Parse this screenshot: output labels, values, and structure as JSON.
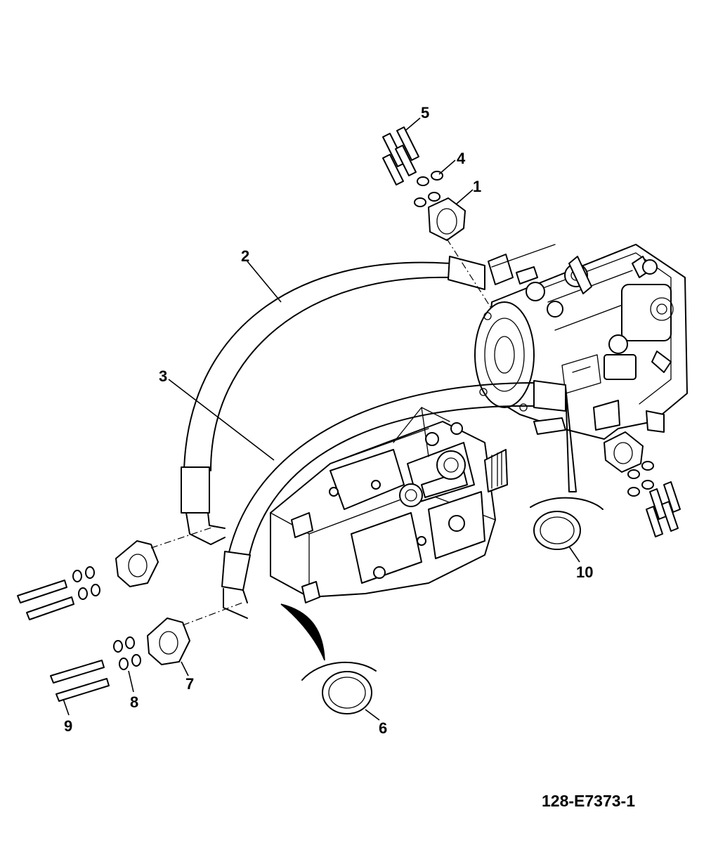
{
  "callouts": {
    "c1": "1",
    "c2": "2",
    "c3": "3",
    "c4": "4",
    "c5": "5",
    "c6": "6",
    "c7": "7",
    "c8": "8",
    "c9": "9",
    "c10": "10"
  },
  "drawing_number": "128-E7373-1"
}
